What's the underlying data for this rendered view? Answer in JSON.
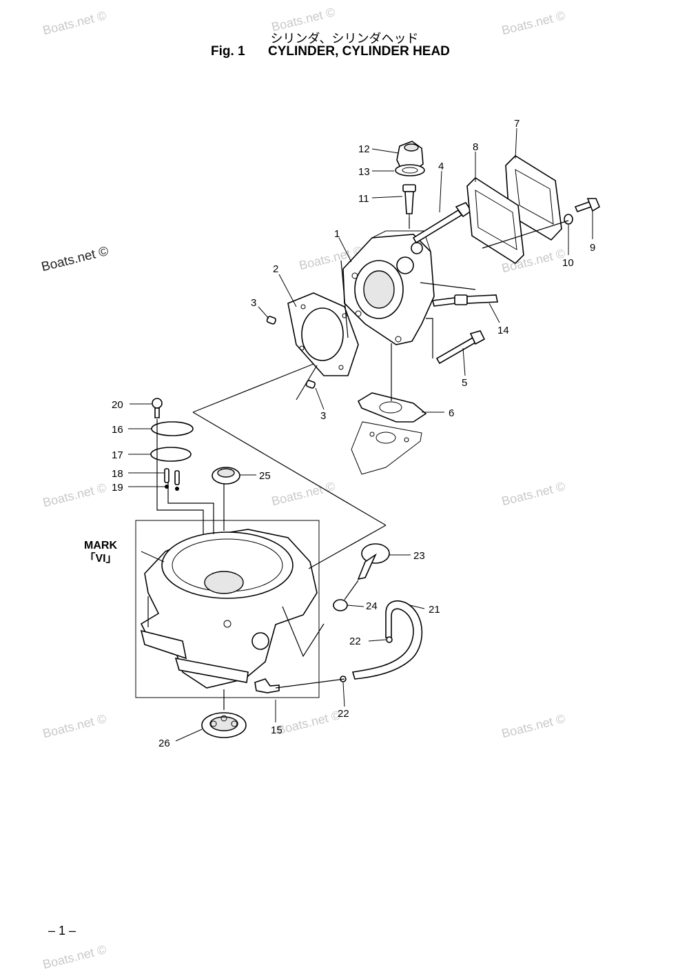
{
  "title": {
    "japanese": "シリンダ、シリンダヘッド",
    "figure": "Fig. 1",
    "english": "CYLINDER, CYLINDER HEAD"
  },
  "mark": {
    "line1": "MARK",
    "line2": "「VI」"
  },
  "page_number": "– 1 –",
  "watermarks": [
    "Boats.net ©",
    "Boats.net ©",
    "Boats.net ©",
    "Boats.net ©",
    "Boats.net ©",
    "Boats.net ©",
    "Boats.net ©",
    "Boats.net ©",
    "Boats.net ©",
    "Boats.net ©",
    "Boats.net ©",
    "Boats.net ©",
    "Boats.net ©"
  ],
  "callouts": {
    "c1": "1",
    "c2": "2",
    "c3a": "3",
    "c3b": "3",
    "c4": "4",
    "c5": "5",
    "c6": "6",
    "c7": "7",
    "c8": "8",
    "c9": "9",
    "c10": "10",
    "c11": "11",
    "c12": "12",
    "c13": "13",
    "c14": "14",
    "c15": "15",
    "c16": "16",
    "c17": "17",
    "c18": "18",
    "c19": "19",
    "c20": "20",
    "c21": "21",
    "c22a": "22",
    "c22b": "22",
    "c23": "23",
    "c24": "24",
    "c25": "25",
    "c26": "26"
  }
}
